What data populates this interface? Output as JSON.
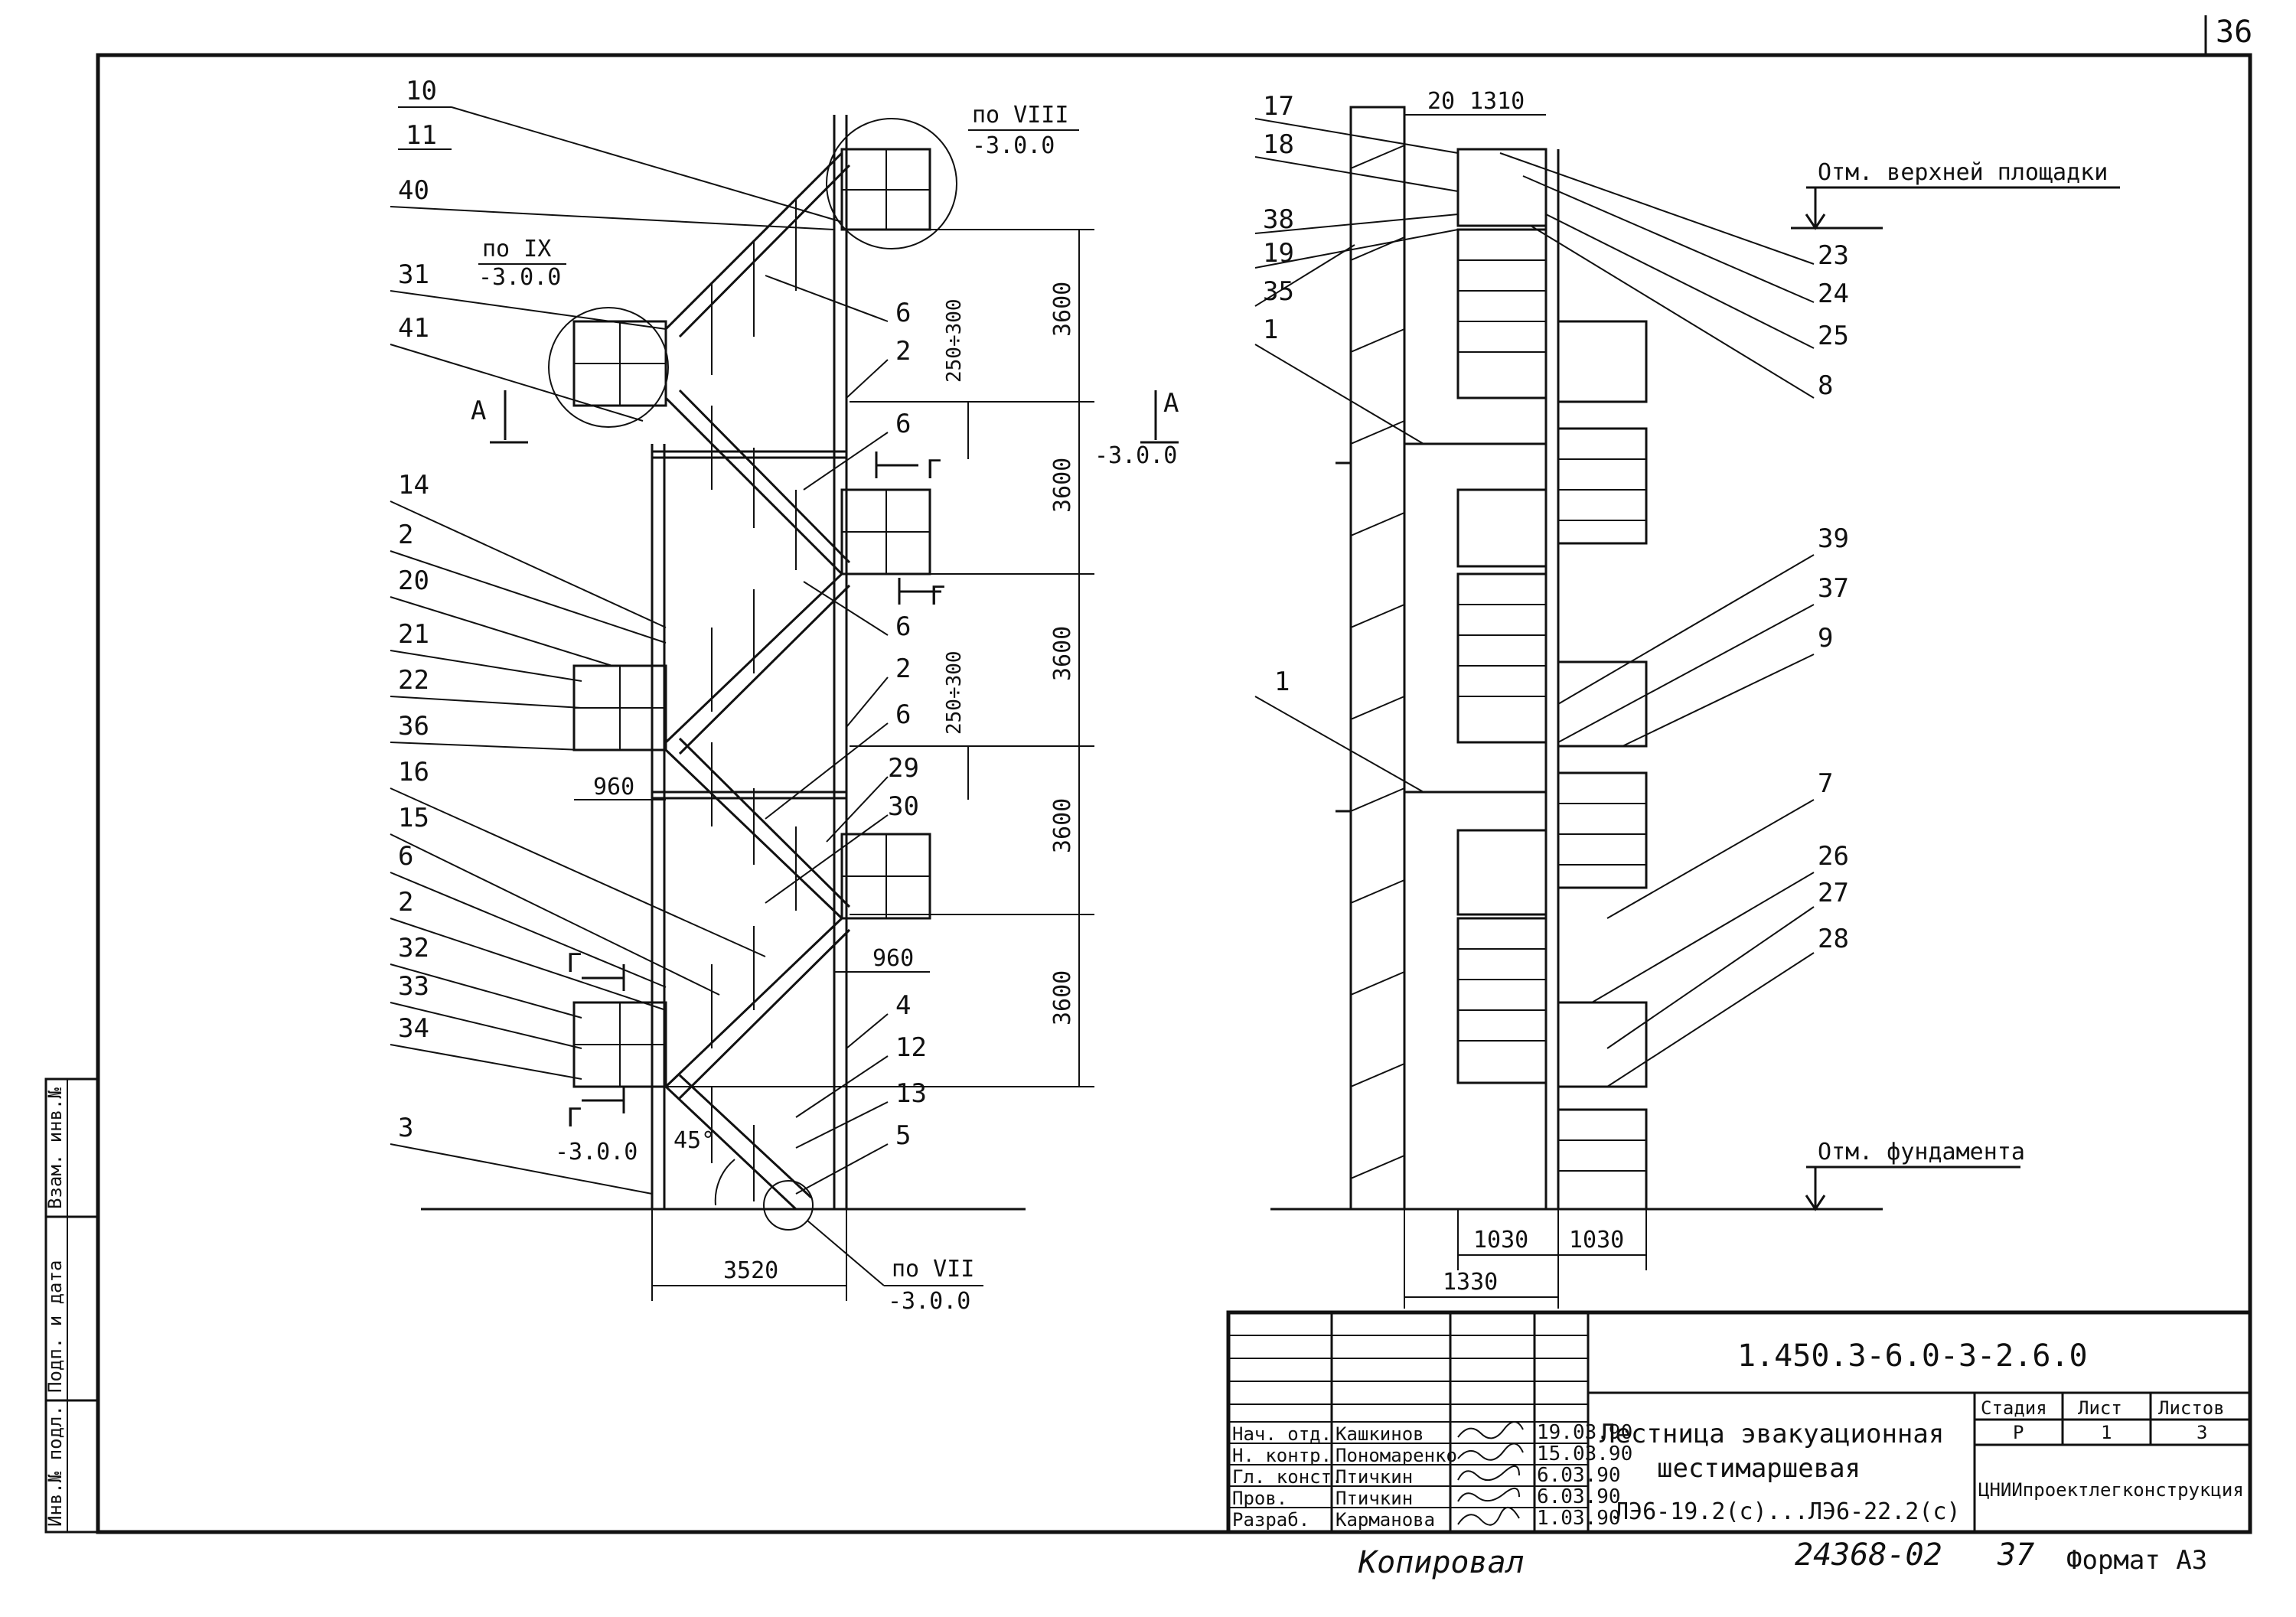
{
  "sheet": {
    "number": "36",
    "format": "Формат А3",
    "archive_no": "24368-02",
    "copy_no": "37",
    "copied_by": "Копировал"
  },
  "side_strip": {
    "inv": "Инв.№ подл.",
    "sign_date": "Подп. и дата",
    "replace": "Взам. инв.№"
  },
  "front_view": {
    "callouts": [
      "10",
      "11",
      "40",
      "31",
      "41",
      "14",
      "2",
      "20",
      "21",
      "22",
      "36",
      "16",
      "15",
      "6",
      "2",
      "32",
      "33",
      "34",
      "3",
      "6",
      "2",
      "6",
      "6",
      "2",
      "6",
      "29",
      "30",
      "4",
      "12",
      "13",
      "5"
    ],
    "dims_v": [
      "3600",
      "3600",
      "3600",
      "3600",
      "3600"
    ],
    "dims_range": [
      "250÷300",
      "250÷300"
    ],
    "dims_h": [
      "960",
      "960",
      "3520"
    ],
    "angle": "45°",
    "section_marks": [
      "А",
      "А",
      "Г",
      "Г",
      "Г",
      "Г"
    ],
    "level": "-3.0.0",
    "node_viii": "по VIII",
    "node_ix": "по IX",
    "node_vii": "по VII"
  },
  "side_view": {
    "callouts_left": [
      "17",
      "18",
      "38",
      "19",
      "35",
      "1",
      "1"
    ],
    "callouts_right": [
      "23",
      "24",
      "25",
      "8",
      "39",
      "37",
      "9",
      "7",
      "26",
      "27",
      "28"
    ],
    "dims": [
      "20",
      "1310",
      "1030",
      "1030",
      "1330"
    ],
    "top_level": "Отм. верхней площадки",
    "foundation": "Отм. фундамента"
  },
  "title_block": {
    "designation": "1.450.3-6.0-3-2.6.0",
    "roles": [
      "Нач. отд.",
      "Н. контр.",
      "Гл. конст.",
      "Пров.",
      "Разраб."
    ],
    "names": [
      "Кашкинов",
      "Пономаренко",
      "Птичкин",
      "Птичкин",
      "Карманова"
    ],
    "dates": [
      "19.03.90",
      "15.03.90",
      "6.03.90",
      "6.03.90",
      "1.03.90"
    ],
    "title_line1": "Лестница эвакуационная",
    "title_line2": "шестимаршевая",
    "title_line3": "ЛЭ6-19.2(с)...ЛЭ6-22.2(с)",
    "stage_h": "Стадия",
    "sheet_h": "Лист",
    "sheets_h": "Листов",
    "stage": "Р",
    "sheet": "1",
    "sheets": "3",
    "org": "ЦНИИпроектлегконструкция"
  }
}
